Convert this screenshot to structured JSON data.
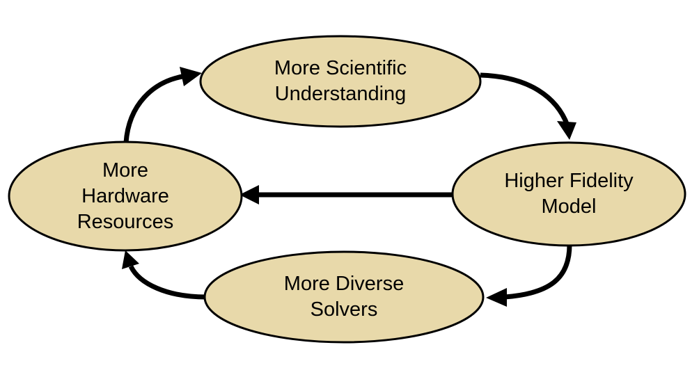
{
  "nodes": {
    "scientific": {
      "lines": [
        "More Scientific",
        "Understanding"
      ]
    },
    "fidelity": {
      "lines": [
        "Higher Fidelity",
        "Model"
      ]
    },
    "solvers": {
      "lines": [
        "More Diverse",
        "Solvers"
      ]
    },
    "hardware": {
      "lines": [
        "More",
        "Hardware",
        "Resources"
      ]
    }
  },
  "colors": {
    "node_fill": "#e8d9aa",
    "stroke": "#000000"
  }
}
